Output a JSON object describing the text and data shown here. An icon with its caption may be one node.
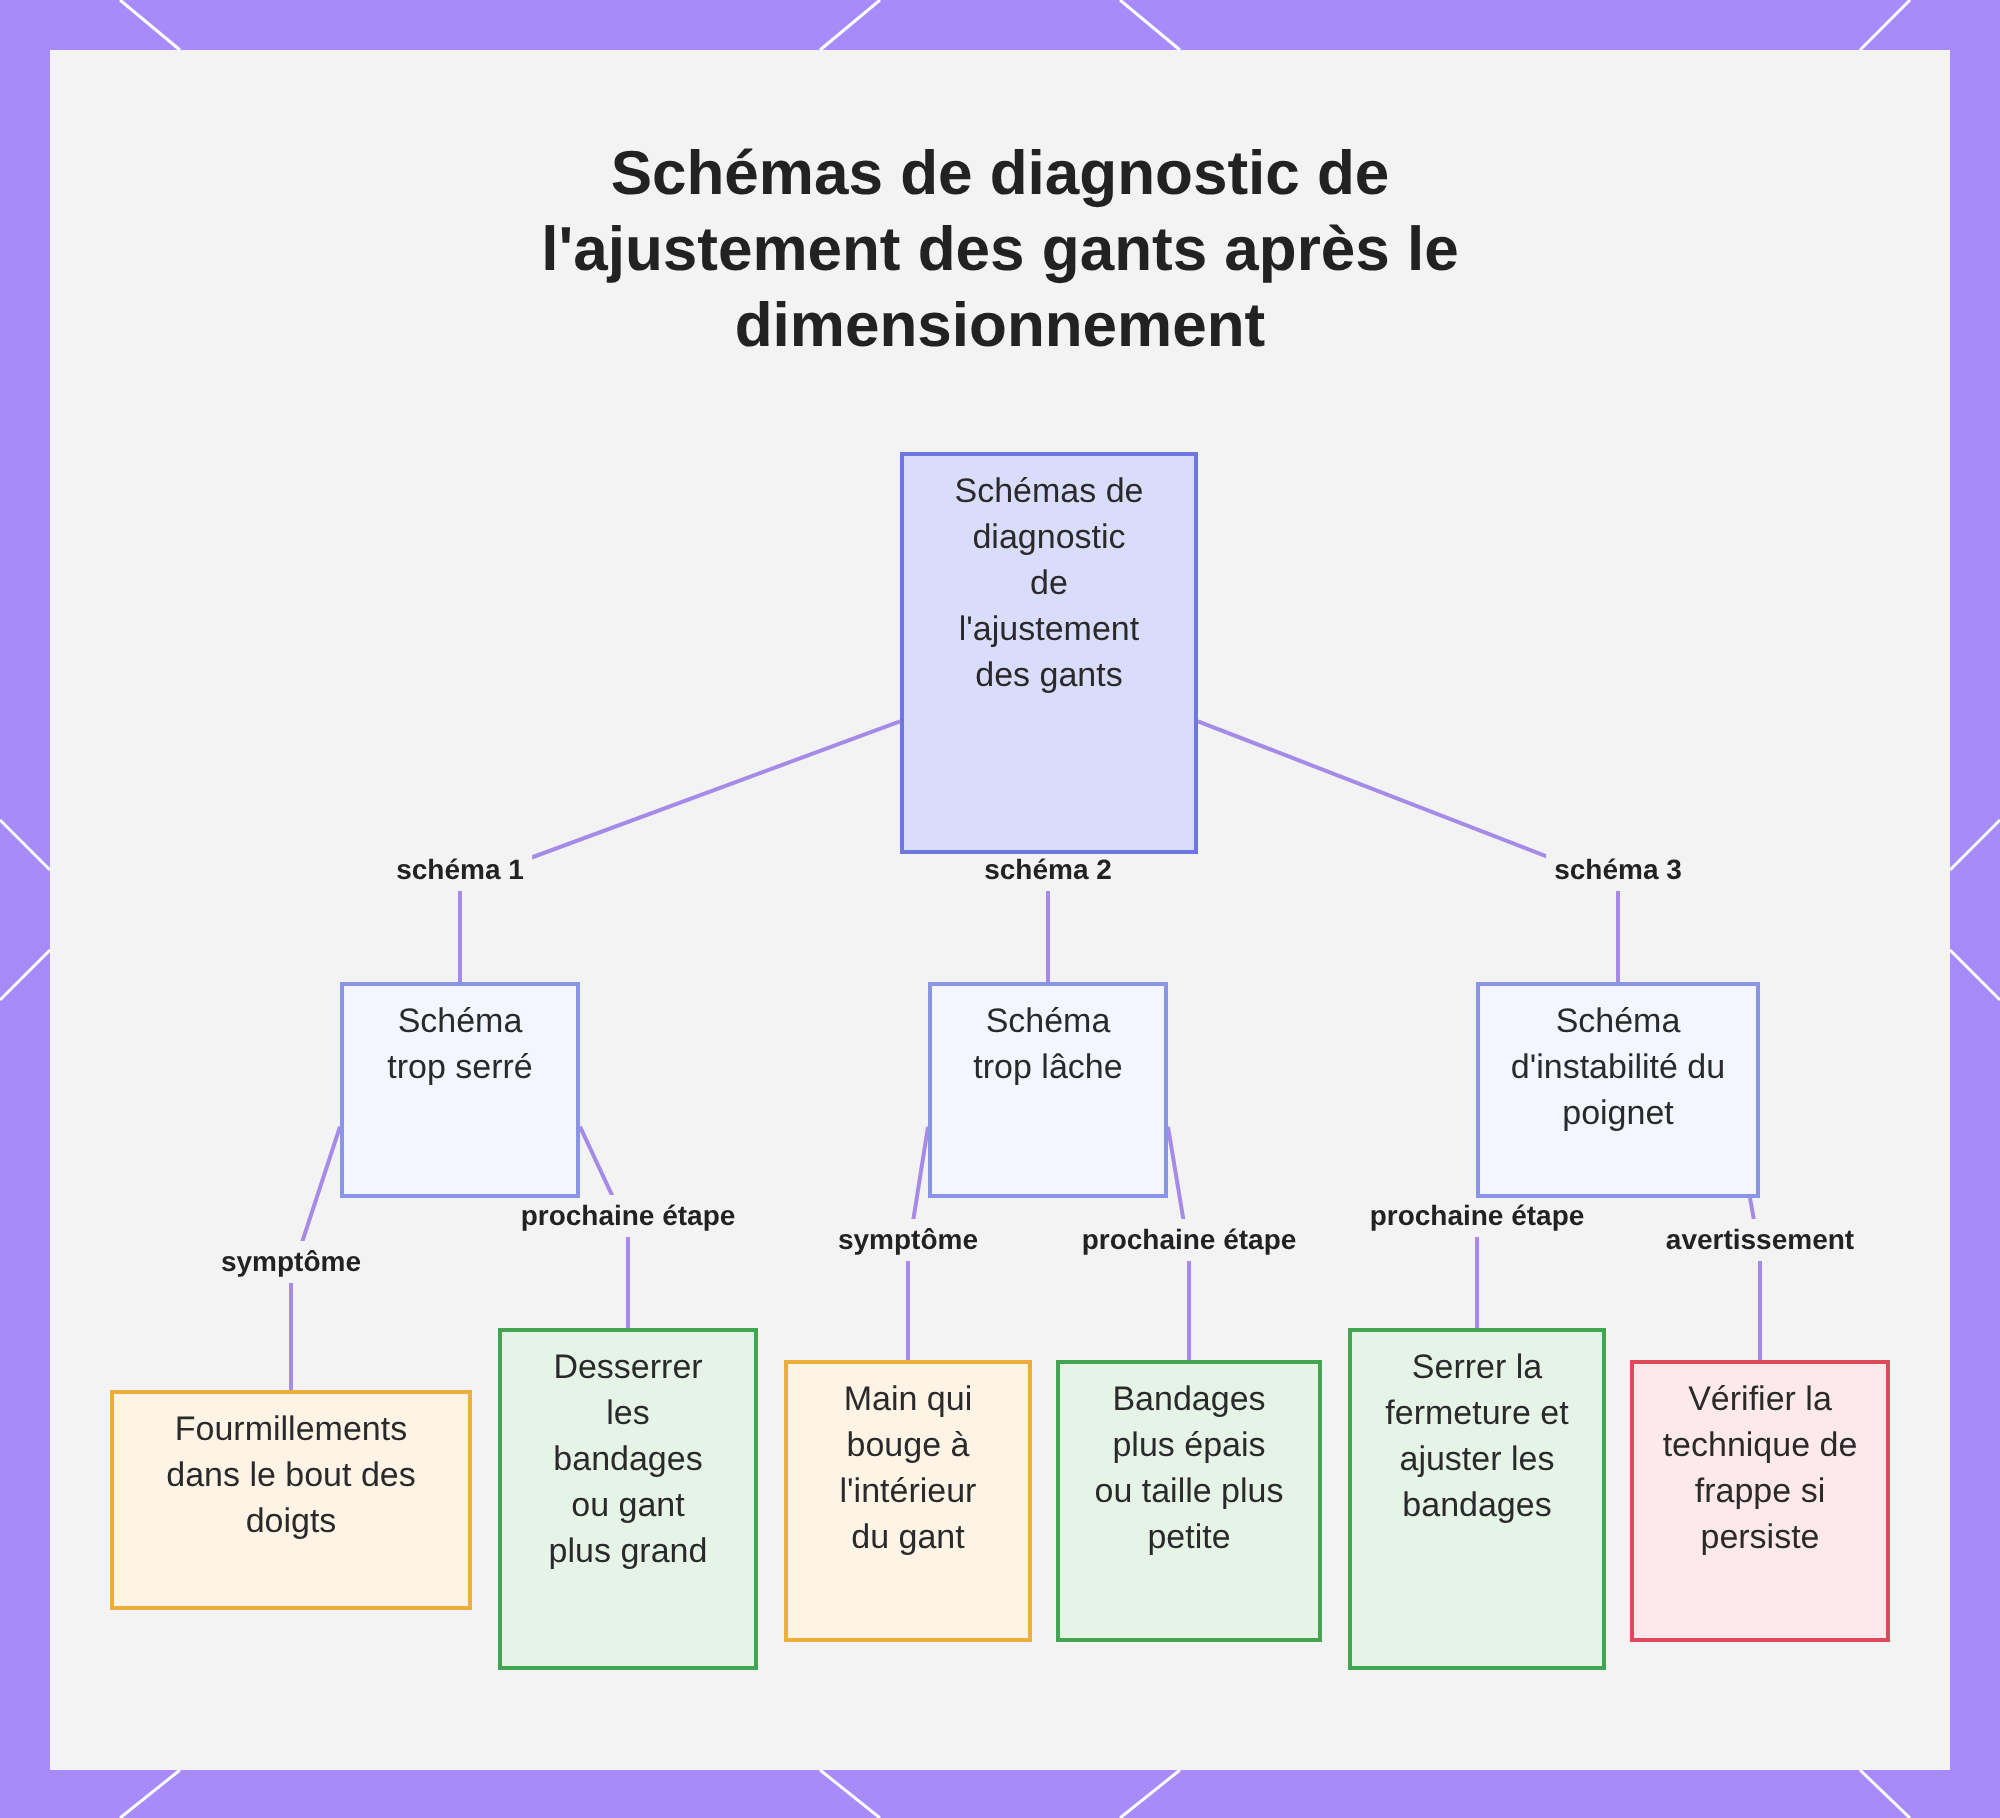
{
  "diagram": {
    "title": "Schémas de diagnostic de l'ajustement des gants après le dimensionnement",
    "nodes": [
      {
        "text": [
          "Schémas de diagnostic de l'ajustement des gants"
        ]
      },
      {
        "text": [
          "Schéma trop serré"
        ]
      },
      {
        "text": [
          "Schéma trop lâche"
        ]
      },
      {
        "text": [
          "Schéma d'instabilité du poignet"
        ]
      },
      {
        "text": [
          "Fourmillements dans le bout des doigts"
        ]
      },
      {
        "text": [
          "Desserrer les bandages ou gant plus grand"
        ]
      },
      {
        "text": [
          "Main qui bouge à l'intérieur du gant"
        ]
      },
      {
        "text": [
          "Bandages plus épais ou taille plus petite"
        ]
      },
      {
        "text": [
          "Serrer la fermeture et ajuster les bandages"
        ]
      },
      {
        "text": [
          "Vérifier la technique de frappe si persiste"
        ]
      }
    ],
    "edges": [
      {
        "from": 0,
        "to": 1,
        "label": "schéma 1",
        "arrow": "none"
      },
      {
        "from": 0,
        "to": 2,
        "label": "schéma 2",
        "arrow": "none"
      },
      {
        "from": 0,
        "to": 3,
        "label": "schéma 3",
        "arrow": "none"
      },
      {
        "from": 1,
        "to": 4,
        "label": "symptôme",
        "arrow": "none"
      },
      {
        "from": 1,
        "to": 5,
        "label": "prochaine étape",
        "arrow": "none"
      },
      {
        "from": 2,
        "to": 6,
        "label": "symptôme",
        "arrow": "none"
      },
      {
        "from": 2,
        "to": 7,
        "label": "prochaine étape",
        "arrow": "none"
      },
      {
        "from": 3,
        "to": 8,
        "label": "prochaine étape",
        "arrow": "none"
      },
      {
        "from": 3,
        "to": 9,
        "label": "avertissement",
        "arrow": "none"
      }
    ]
  }
}
